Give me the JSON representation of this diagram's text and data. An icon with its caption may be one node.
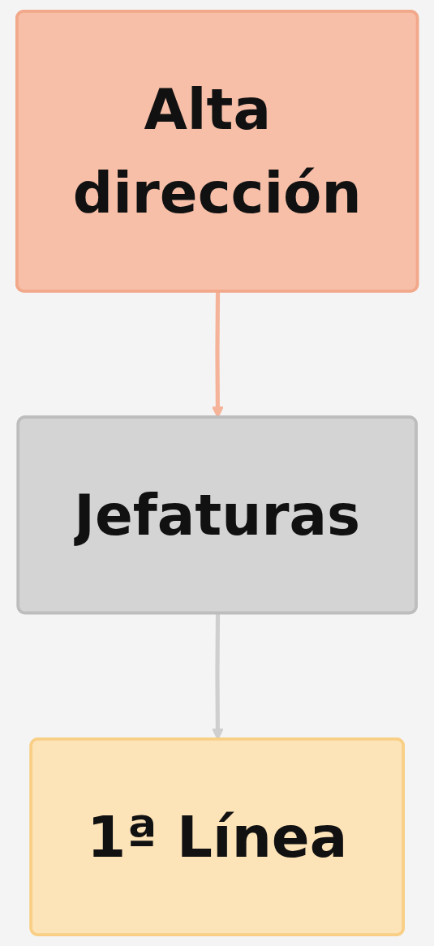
{
  "diagram": {
    "nodes": [
      {
        "text": [
          "Alta dirección"
        ]
      },
      {
        "text": [
          "Jefaturas"
        ]
      },
      {
        "text": [
          "1ª Línea"
        ]
      }
    ],
    "edges": [
      {
        "from": 0,
        "to": 1,
        "arrow": "to",
        "color": "#f5b49a"
      },
      {
        "from": 1,
        "to": 2,
        "arrow": "to",
        "color": "#cfcfcf"
      }
    ]
  }
}
